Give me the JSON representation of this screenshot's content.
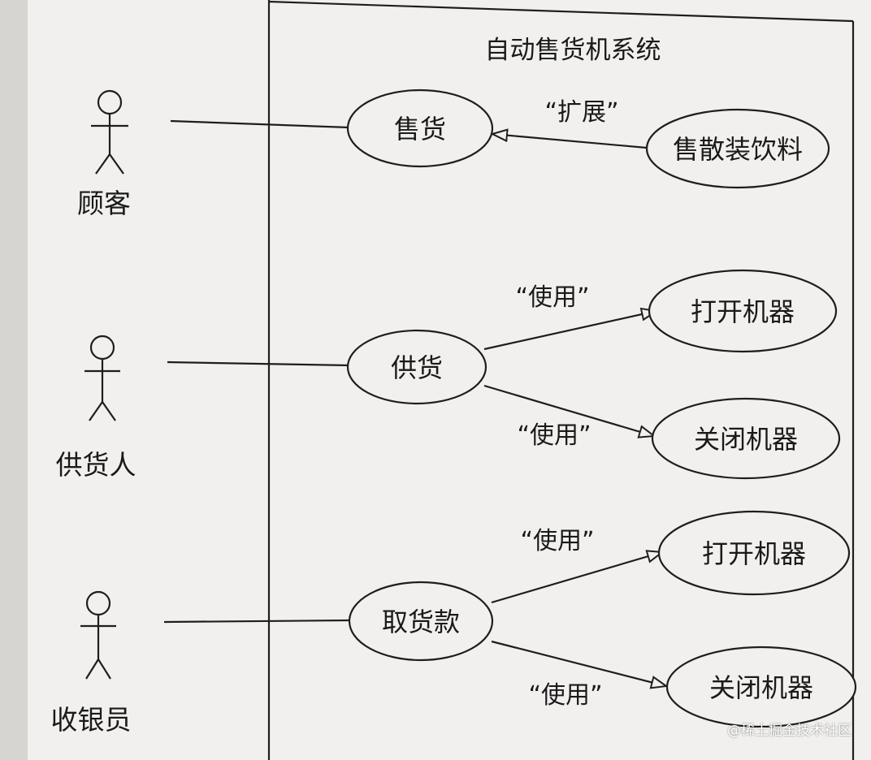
{
  "system": {
    "title": "自动售货机系统"
  },
  "actors": {
    "customer": "顾客",
    "supplier": "供货人",
    "cashier": "收银员"
  },
  "use_cases": {
    "sell": "售货",
    "sell_bulk_drinks": "售散装饮料",
    "supply": "供货",
    "supply_open_machine": "打开机器",
    "supply_close_machine": "关闭机器",
    "collect_money": "取货款",
    "collect_open_machine": "打开机器",
    "collect_close_machine": "关闭机器"
  },
  "relationships": {
    "extend": "“扩展”",
    "use_supply_open": "“使用”",
    "use_supply_close": "“使用”",
    "use_collect_open": "“使用”",
    "use_collect_close": "“使用”"
  },
  "watermark": "@稀土掘金技术社区"
}
